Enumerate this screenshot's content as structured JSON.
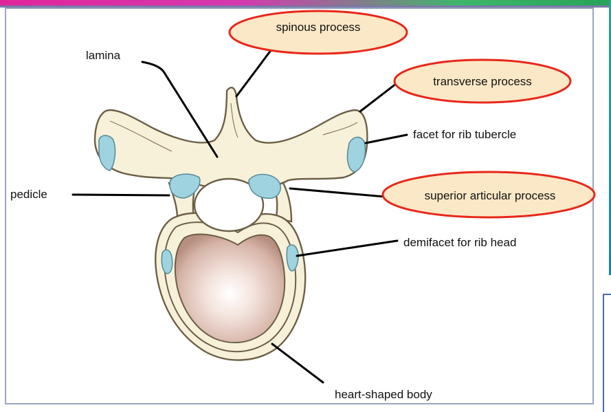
{
  "labels": {
    "spinous_process": "spinous process",
    "lamina": "lamina",
    "transverse_process": "transverse process",
    "facet_rib_tubercle": "facet for rib tubercle",
    "superior_articular_process": "superior articular process",
    "pedicle": "pedicle",
    "demifacet_rib_head": "demifacet for rib head",
    "heart_shaped_body": "heart-shaped body"
  },
  "colors": {
    "highlight_outline": "#e8271a",
    "highlight_fill": "#fbe8c6",
    "bone_fill": "#f8f1d9",
    "facet_fill": "#9fd3e0"
  },
  "highlighted": [
    "spinous process",
    "transverse process",
    "superior articular process"
  ]
}
